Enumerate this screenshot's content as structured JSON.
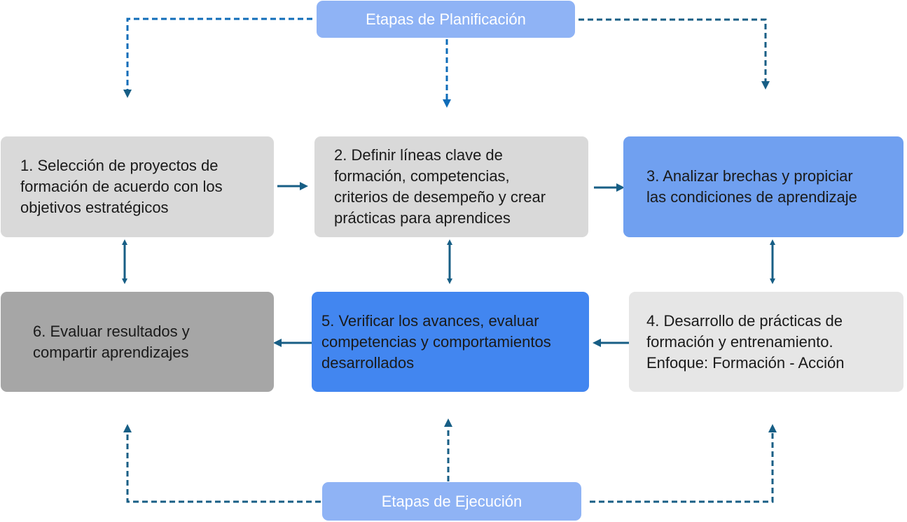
{
  "planning_header": {
    "label": "Etapas de Planificación"
  },
  "execution_header": {
    "label": "Etapas de Ejecución"
  },
  "steps": [
    {
      "number": 1,
      "text": "1. Selección de proyectos de\nformación de acuerdo con los\nobjetivos estratégicos",
      "color": "#d9d9d9"
    },
    {
      "number": 2,
      "text": "2. Definir líneas clave de\nformación, competencias,\ncriterios de desempeño y crear\nprácticas para aprendices",
      "color": "#d9d9d9"
    },
    {
      "number": 3,
      "text": "3. Analizar brechas y propiciar\nlas condiciones de aprendizaje",
      "color": "#70a0f0"
    },
    {
      "number": 4,
      "text": "4. Desarrollo de prácticas de\nformación y entrenamiento.\nEnfoque: Formación - Acción",
      "color": "#e6e6e6"
    },
    {
      "number": 5,
      "text": "5. Verificar los avances, evaluar\ncompetencias y comportamientos\ndesarrollados",
      "color": "#4286f0"
    },
    {
      "number": 6,
      "text": "6. Evaluar resultados y\ncompartir aprendizajes",
      "color": "#a6a6a6"
    }
  ],
  "colors": {
    "arrow": "#175e85",
    "dashed_planning": "#0f6cb8",
    "dashed_execution": "#175e85",
    "header_bg": "#8fb3f5"
  }
}
